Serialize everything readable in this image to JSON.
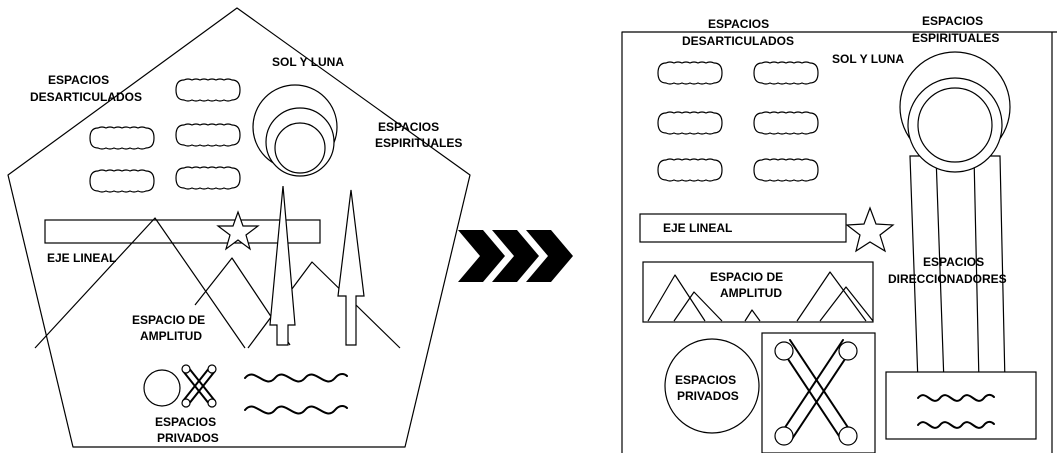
{
  "left_diagram": {
    "labels": {
      "desarticulados_1": "ESPACIOS",
      "desarticulados_2": "DESARTICULADOS",
      "sol_luna": "SOL Y LUNA",
      "espirituales_1": "ESPACIOS",
      "espirituales_2": "ESPIRITUALES",
      "eje_lineal": "EJE LINEAL",
      "amplitud_1": "ESPACIO DE",
      "amplitud_2": "AMPLITUD",
      "privados_1": "ESPACIOS",
      "privados_2": "PRIVADOS"
    }
  },
  "right_diagram": {
    "labels": {
      "desarticulados_1": "ESPACIOS",
      "desarticulados_2": "DESARTICULADOS",
      "sol_luna": "SOL Y LUNA",
      "espirituales_1": "ESPACIOS",
      "espirituales_2": "ESPIRITUALES",
      "eje_lineal": "EJE LINEAL",
      "amplitud_1": "ESPACIO DE",
      "amplitud_2": "AMPLITUD",
      "direccionadores_1": "ESPACIOS",
      "direccionadores_2": "DIRECCIONADORES",
      "privados_1": "ESPACIOS",
      "privados_2": "PRIVADOS"
    }
  }
}
